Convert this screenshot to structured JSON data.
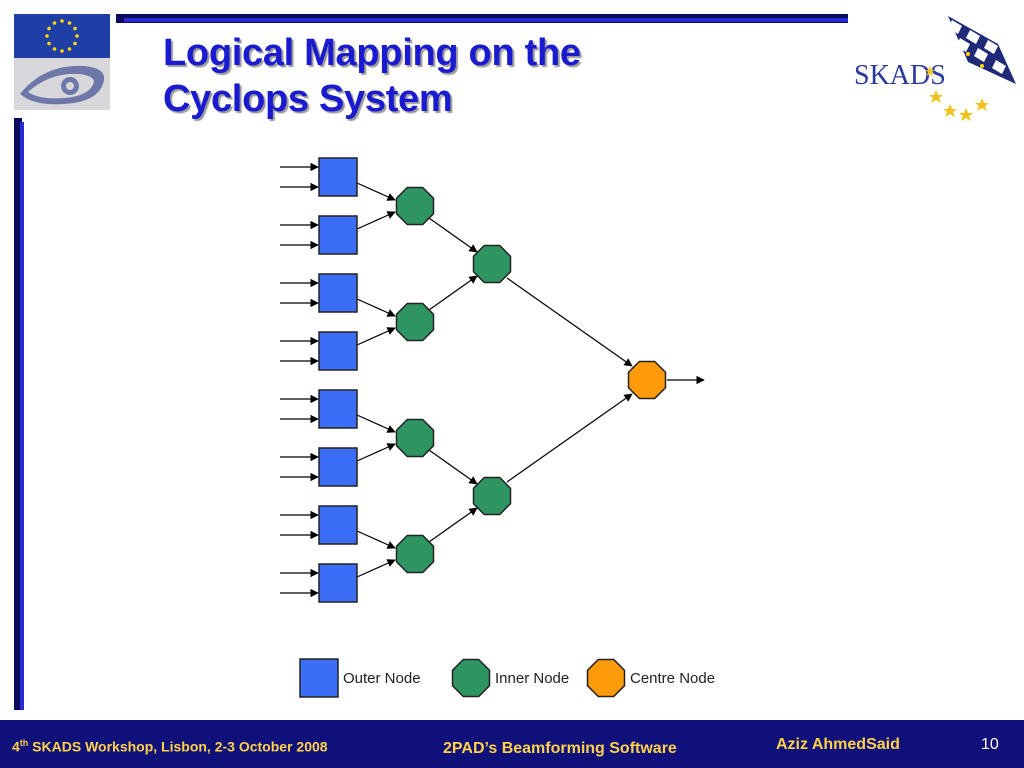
{
  "slide": {
    "title_line1": "Logical Mapping on the",
    "title_line2": "Cyclops System"
  },
  "logos": {
    "eu": "eu-fp6-logo",
    "skads": {
      "text": "SKADS"
    }
  },
  "diagram": {
    "colors": {
      "outer": "#3b6ef5",
      "inner": "#2e9461",
      "centre": "#ff9a0a"
    }
  },
  "legend": {
    "outer": "Outer Node",
    "inner": "Inner Node",
    "centre": "Centre Node"
  },
  "footer": {
    "workshop_num": "4",
    "workshop_sup": "th",
    "workshop_rest": " SKADS Workshop, Lisbon, 2-3 October 2008",
    "center": "2PAD’s Beamforming Software",
    "author": "Aziz AhmedSaid",
    "page": "10"
  }
}
